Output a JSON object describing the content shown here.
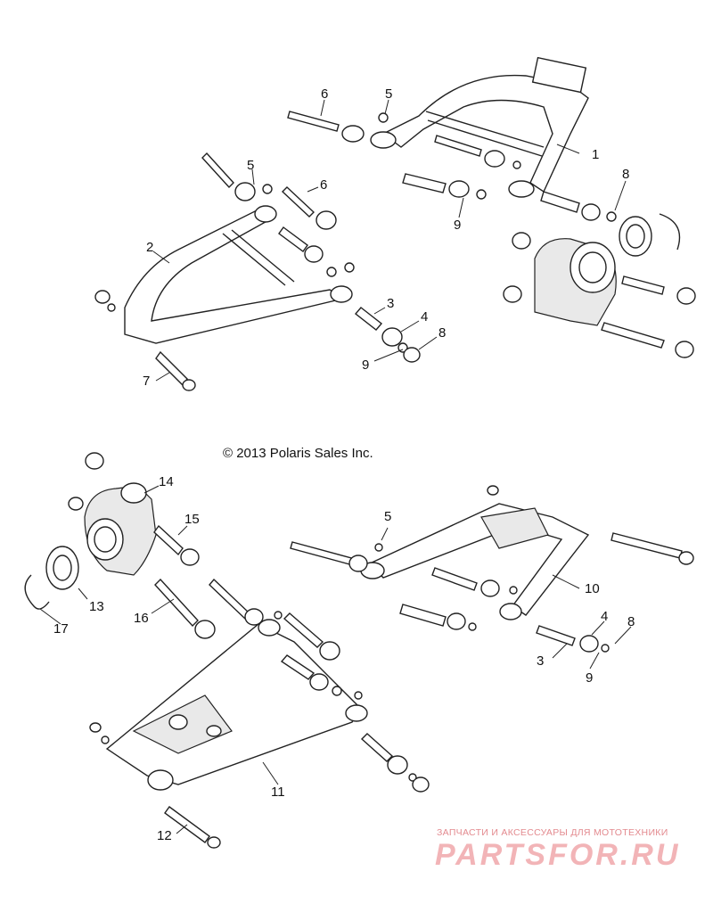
{
  "copyright": "© 2013 Polaris Sales Inc.",
  "watermark": {
    "tagline": "ЗАПЧАСТИ И АКСЕССУАРЫ ДЛЯ МОТОТЕХНИКИ",
    "logo_text": "PARTSFOR.RU",
    "color": "#e38a8f"
  },
  "callouts": {
    "c1": "1",
    "c2": "2",
    "c3a": "3",
    "c3b": "3",
    "c4a": "4",
    "c4b": "4",
    "c5a": "5",
    "c5b": "5",
    "c5c": "5",
    "c6a": "6",
    "c6b": "6",
    "c7": "7",
    "c8a": "8",
    "c8b": "8",
    "c8c": "8",
    "c9a": "9",
    "c9b": "9",
    "c9c": "9",
    "c10": "10",
    "c11": "11",
    "c12": "12",
    "c13": "13",
    "c14": "14",
    "c15": "15",
    "c16": "16",
    "c17": "17"
  }
}
